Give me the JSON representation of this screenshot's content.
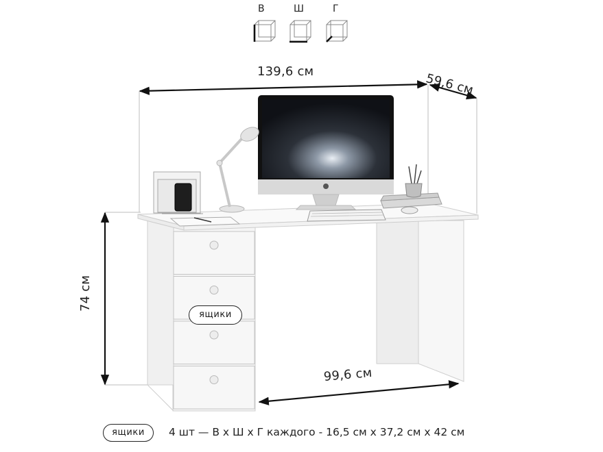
{
  "axes_legend": {
    "height_label": "В",
    "width_label": "Ш",
    "depth_label": "Г"
  },
  "dimensions": {
    "width": "139,6 см",
    "depth": "59,6 см",
    "height": "74 см",
    "legroom_width": "99,6 см"
  },
  "drawers_callout": "ящики",
  "footer": {
    "pill": "ящики",
    "text": "4 шт — В х Ш х Г каждого - 16,5 см х 37,2 см х 42 см"
  },
  "drawer_count": 4,
  "colors": {
    "line": "#222222",
    "furniture": "#f6f6f6",
    "furniture_edge": "#c9c9c9",
    "screen": "#1b1f27"
  }
}
